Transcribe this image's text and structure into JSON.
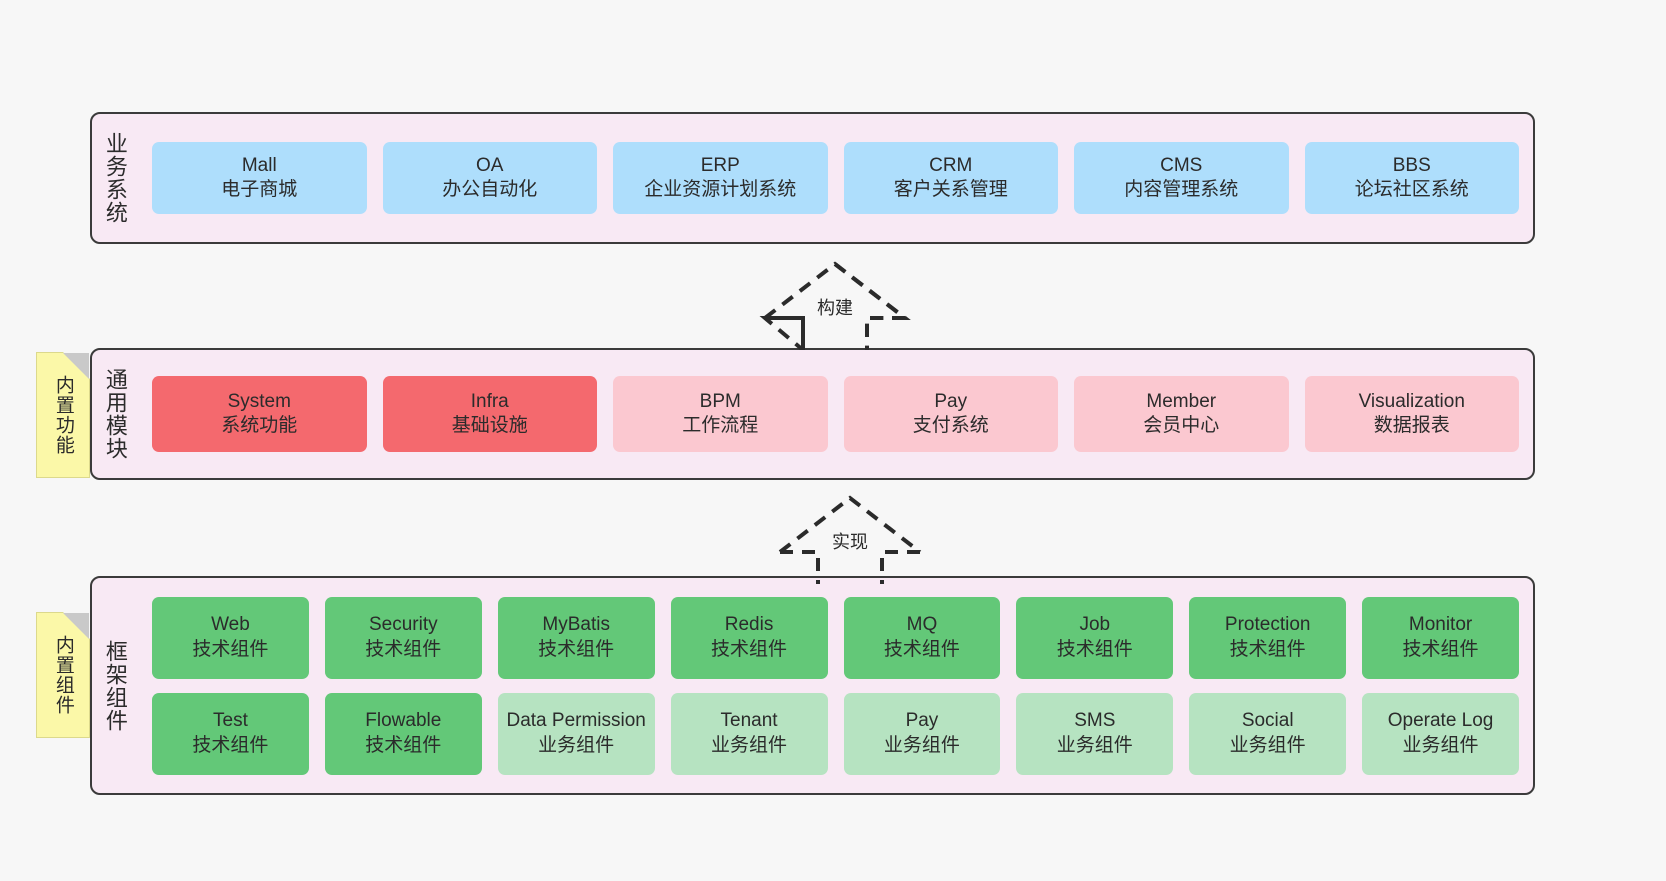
{
  "diagram": {
    "background_color": "#f7f7f7",
    "panel_color": "#f8e9f4",
    "panel_border_color": "#3b3b3b",
    "sticky_color": "#fbf8a8"
  },
  "layers": {
    "business": {
      "title": "业务系统",
      "items": [
        {
          "en": "Mall",
          "cn": "电子商城",
          "color": "#aedefc"
        },
        {
          "en": "OA",
          "cn": "办公自动化",
          "color": "#aedefc"
        },
        {
          "en": "ERP",
          "cn": "企业资源计划系统",
          "color": "#aedefc"
        },
        {
          "en": "CRM",
          "cn": "客户关系管理",
          "color": "#aedefc"
        },
        {
          "en": "CMS",
          "cn": "内容管理系统",
          "color": "#aedefc"
        },
        {
          "en": "BBS",
          "cn": "论坛社区系统",
          "color": "#aedefc"
        }
      ]
    },
    "common": {
      "title": "通用模块",
      "sticky": "内置功能",
      "items": [
        {
          "en": "System",
          "cn": "系统功能",
          "color": "#f4696e"
        },
        {
          "en": "Infra",
          "cn": "基础设施",
          "color": "#f4696e"
        },
        {
          "en": "BPM",
          "cn": "工作流程",
          "color": "#fbc8d0"
        },
        {
          "en": "Pay",
          "cn": "支付系统",
          "color": "#fbc8d0"
        },
        {
          "en": "Member",
          "cn": "会员中心",
          "color": "#fbc8d0"
        },
        {
          "en": "Visualization",
          "cn": "数据报表",
          "color": "#fbc8d0"
        }
      ]
    },
    "framework": {
      "title": "框架组件",
      "sticky": "内置组件",
      "row1": [
        {
          "en": "Web",
          "cn": "技术组件",
          "color": "#63c878"
        },
        {
          "en": "Security",
          "cn": "技术组件",
          "color": "#63c878"
        },
        {
          "en": "MyBatis",
          "cn": "技术组件",
          "color": "#63c878"
        },
        {
          "en": "Redis",
          "cn": "技术组件",
          "color": "#63c878"
        },
        {
          "en": "MQ",
          "cn": "技术组件",
          "color": "#63c878"
        },
        {
          "en": "Job",
          "cn": "技术组件",
          "color": "#63c878"
        },
        {
          "en": "Protection",
          "cn": "技术组件",
          "color": "#63c878"
        },
        {
          "en": "Monitor",
          "cn": "技术组件",
          "color": "#63c878"
        }
      ],
      "row2": [
        {
          "en": "Test",
          "cn": "技术组件",
          "color": "#63c878"
        },
        {
          "en": "Flowable",
          "cn": "技术组件",
          "color": "#63c878"
        },
        {
          "en": "Data Permission",
          "cn": "业务组件",
          "color": "#b6e3c1"
        },
        {
          "en": "Tenant",
          "cn": "业务组件",
          "color": "#b6e3c1"
        },
        {
          "en": "Pay",
          "cn": "业务组件",
          "color": "#b6e3c1"
        },
        {
          "en": "SMS",
          "cn": "业务组件",
          "color": "#b6e3c1"
        },
        {
          "en": "Social",
          "cn": "业务组件",
          "color": "#b6e3c1"
        },
        {
          "en": "Operate Log",
          "cn": "业务组件",
          "color": "#b6e3c1"
        }
      ]
    }
  },
  "arrows": [
    {
      "label": "构建",
      "direction": "up",
      "style": "dashed-hollow"
    },
    {
      "label": "实现",
      "direction": "up",
      "style": "dashed-hollow"
    }
  ]
}
